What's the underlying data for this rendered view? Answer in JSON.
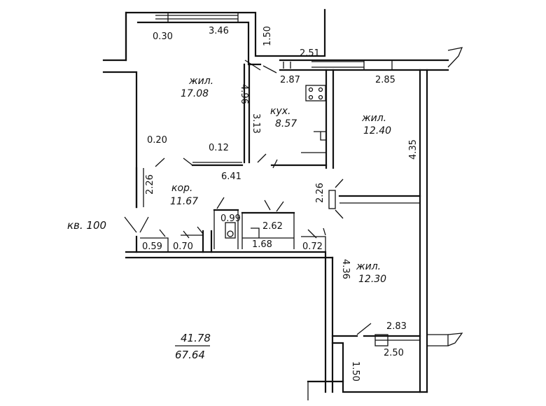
{
  "apartment": {
    "label": "кв. 100",
    "living_area": "41.78",
    "total_area": "67.64"
  },
  "rooms": {
    "living1": {
      "label": "жил.",
      "area": "17.08"
    },
    "kitchen": {
      "label": "кух.",
      "area": "8.57"
    },
    "living2": {
      "label": "жил.",
      "area": "12.40"
    },
    "corridor": {
      "label": "кор.",
      "area": "11.67"
    },
    "living3": {
      "label": "жил.",
      "area": "12.30"
    },
    "bath": {
      "area": "2.62"
    },
    "wc": {
      "area": "0.99"
    },
    "closet": {
      "area": "1.68"
    }
  },
  "dimensions": {
    "d_0_30": "0.30",
    "d_3_46": "3.46",
    "d_1_50_top": "1.50",
    "d_2_51": "2.51",
    "d_4_96": "4.96",
    "d_2_87": "2.87",
    "d_2_85": "2.85",
    "d_3_13": "3.13",
    "d_0_20": "0.20",
    "d_0_12": "0.12",
    "d_4_35": "4.35",
    "d_6_41": "6.41",
    "d_2_26_left": "2.26",
    "d_2_26_right": "2.26",
    "d_0_59": "0.59",
    "d_0_70": "0.70",
    "d_0_72": "0.72",
    "d_4_36": "4.36",
    "d_2_83": "2.83",
    "d_2_50": "2.50",
    "d_1_50_bottom": "1.50"
  }
}
